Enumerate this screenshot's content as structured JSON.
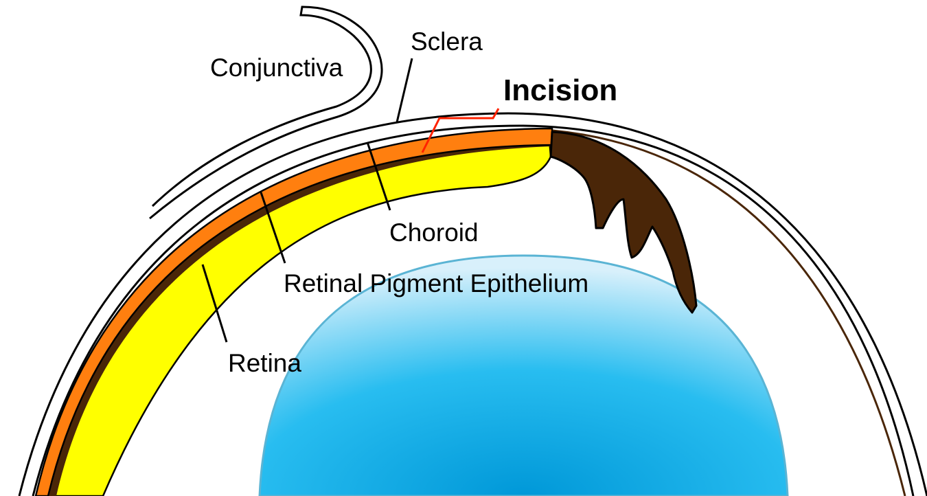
{
  "labels": {
    "conjunctiva": "Conjunctiva",
    "sclera": "Sclera",
    "incision": "Incision",
    "choroid": "Choroid",
    "retinal_pigment_epithelium": "Retinal Pigment Epithelium",
    "retina": "Retina"
  },
  "colors": {
    "retina": "#ffff00",
    "choroid": "#ff7f0f",
    "pigment_epithelium": "#4a2608",
    "ciliary_body": "#4a2608",
    "lens_center": "#0098d8",
    "lens_edge": "#d8f0fb",
    "lens_outline": "#5ab4d4",
    "incision_line": "#ff2200",
    "outline": "#000000"
  }
}
